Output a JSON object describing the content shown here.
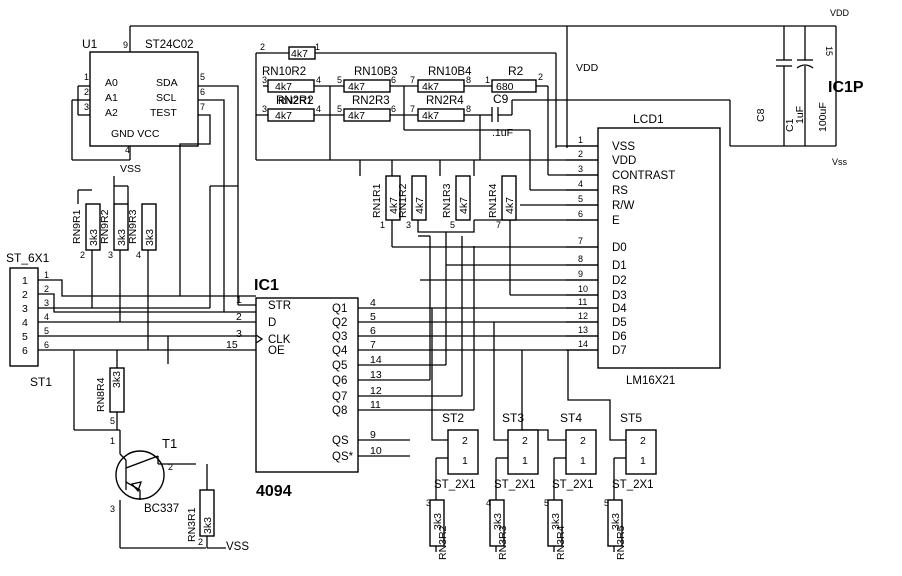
{
  "power": {
    "vdd_top": "VDD",
    "vss_right": "Vss",
    "vdd_mid": "VDD",
    "vss_u1": "VSS",
    "vss_bottom": "VSS"
  },
  "ic1p": {
    "name": "IC1P",
    "pin": "15",
    "c8": "C8",
    "c1": "C1",
    "c1_val": "1uF",
    "c_val": "100uF"
  },
  "u1": {
    "ref": "U1",
    "part": "ST24C02",
    "pin_a0": "A0",
    "pin_a1": "A1",
    "pin_a2": "A2",
    "pin_gndvcc": "GND VCC",
    "pin_sda": "SDA",
    "pin_scl": "SCL",
    "pin_test": "TEST",
    "n1": "1",
    "n2": "2",
    "n3": "3",
    "n4": "4",
    "n5": "5",
    "n6": "6",
    "n7": "7",
    "n9": "9"
  },
  "rn_top": {
    "r1_label": "4k7",
    "r1_p1": "2",
    "r1_p2": "1",
    "row2": [
      {
        "ref": "RN2R1",
        "val": "4k7",
        "pl": "3",
        "pr": "4"
      },
      {
        "ref": "RN10B3",
        "val": "4k7",
        "pl": "5",
        "pr": "6"
      },
      {
        "ref": "RN10B4",
        "val": "4k7",
        "pl": "7",
        "pr": "8"
      }
    ],
    "rn10r2": "RN10R2",
    "r2_ref": "R2",
    "r2_val": "680",
    "r2_p1": "1",
    "r2_p2": "2",
    "row3": [
      {
        "ref": "RN2R2",
        "val": "4k7",
        "pl": "3",
        "pr": "4"
      },
      {
        "ref": "RN2R3",
        "val": "4k7",
        "pl": "5",
        "pr": "6"
      },
      {
        "ref": "RN2R4",
        "val": "4k7",
        "pl": "7",
        "pr": "8"
      }
    ],
    "c9": "C9",
    "c9_val": ".1uF"
  },
  "lcd": {
    "ref": "LCD1",
    "part": "LM16X21",
    "pins": [
      {
        "num": "1",
        "name": "VSS"
      },
      {
        "num": "2",
        "name": "VDD"
      },
      {
        "num": "3",
        "name": "CONTRAST"
      },
      {
        "num": "4",
        "name": "RS"
      },
      {
        "num": "5",
        "name": "R/W"
      },
      {
        "num": "6",
        "name": "E"
      },
      {
        "num": "7",
        "name": "D0"
      },
      {
        "num": "8",
        "name": "D1"
      },
      {
        "num": "9",
        "name": "D2"
      },
      {
        "num": "10",
        "name": "D3"
      },
      {
        "num": "11",
        "name": "D4"
      },
      {
        "num": "12",
        "name": "D5"
      },
      {
        "num": "13",
        "name": "D6"
      },
      {
        "num": "14",
        "name": "D7"
      }
    ]
  },
  "rn1": [
    {
      "ref": "RN1R1",
      "val": "4k7",
      "p": "1"
    },
    {
      "ref": "RN1R2",
      "val": "4k7",
      "p": "3"
    },
    {
      "ref": "RN1R3",
      "val": "4k7",
      "p": "5"
    },
    {
      "ref": "RN1R4",
      "val": "4k7",
      "p": "7"
    }
  ],
  "rn9": [
    {
      "ref": "RN9R1",
      "val": "3k3",
      "p": "2"
    },
    {
      "ref": "RN9R2",
      "val": "3k3",
      "p": "3"
    },
    {
      "ref": "RN9R3",
      "val": "3k3",
      "p": "4"
    }
  ],
  "st6": {
    "ref": "ST_6X1",
    "label": "ST1",
    "pins": [
      "1",
      "2",
      "3",
      "4",
      "5",
      "6"
    ]
  },
  "ic1": {
    "ref": "IC1",
    "part": "4094",
    "left": [
      {
        "num": "1",
        "name": "STR"
      },
      {
        "num": "2",
        "name": "D"
      },
      {
        "num": "3",
        "name": "CLK"
      },
      {
        "num": "15",
        "name": "OE"
      }
    ],
    "right": [
      {
        "name": "Q1",
        "num": "4"
      },
      {
        "name": "Q2",
        "num": "5"
      },
      {
        "name": "Q3",
        "num": "6"
      },
      {
        "name": "Q4",
        "num": "7"
      },
      {
        "name": "Q5",
        "num": "14"
      },
      {
        "name": "Q6",
        "num": "13"
      },
      {
        "name": "Q7",
        "num": "12"
      },
      {
        "name": "Q8",
        "num": "11"
      },
      {
        "name": "QS",
        "num": "9"
      },
      {
        "name": "QS*",
        "num": "10"
      }
    ]
  },
  "rn8r4": {
    "ref": "RN8R4",
    "val": "3k3",
    "p": "5"
  },
  "t1": {
    "ref": "T1",
    "part": "BC337",
    "p1": "1",
    "p2": "2",
    "p3": "3"
  },
  "rn3r1": {
    "ref": "RN3R1",
    "val": "3k3",
    "p": "2"
  },
  "st2": [
    {
      "ref": "ST2",
      "part": "ST_2X1",
      "p2": "2",
      "p1": "1",
      "rn": "RN3R2",
      "val": "3k3",
      "rp": "3"
    },
    {
      "ref": "ST3",
      "part": "ST_2X1",
      "p2": "2",
      "p1": "1",
      "rn": "RN3R3",
      "val": "3k3",
      "rp": "4"
    },
    {
      "ref": "ST4",
      "part": "ST_2X1",
      "p2": "2",
      "p1": "1",
      "rn": "RN3R4",
      "val": "3k3",
      "rp": "5"
    },
    {
      "ref": "ST5",
      "part": "ST_2X1",
      "p2": "2",
      "p1": "1",
      "rn": "RN3R5",
      "val": "3k3",
      "rp": "5"
    }
  ]
}
